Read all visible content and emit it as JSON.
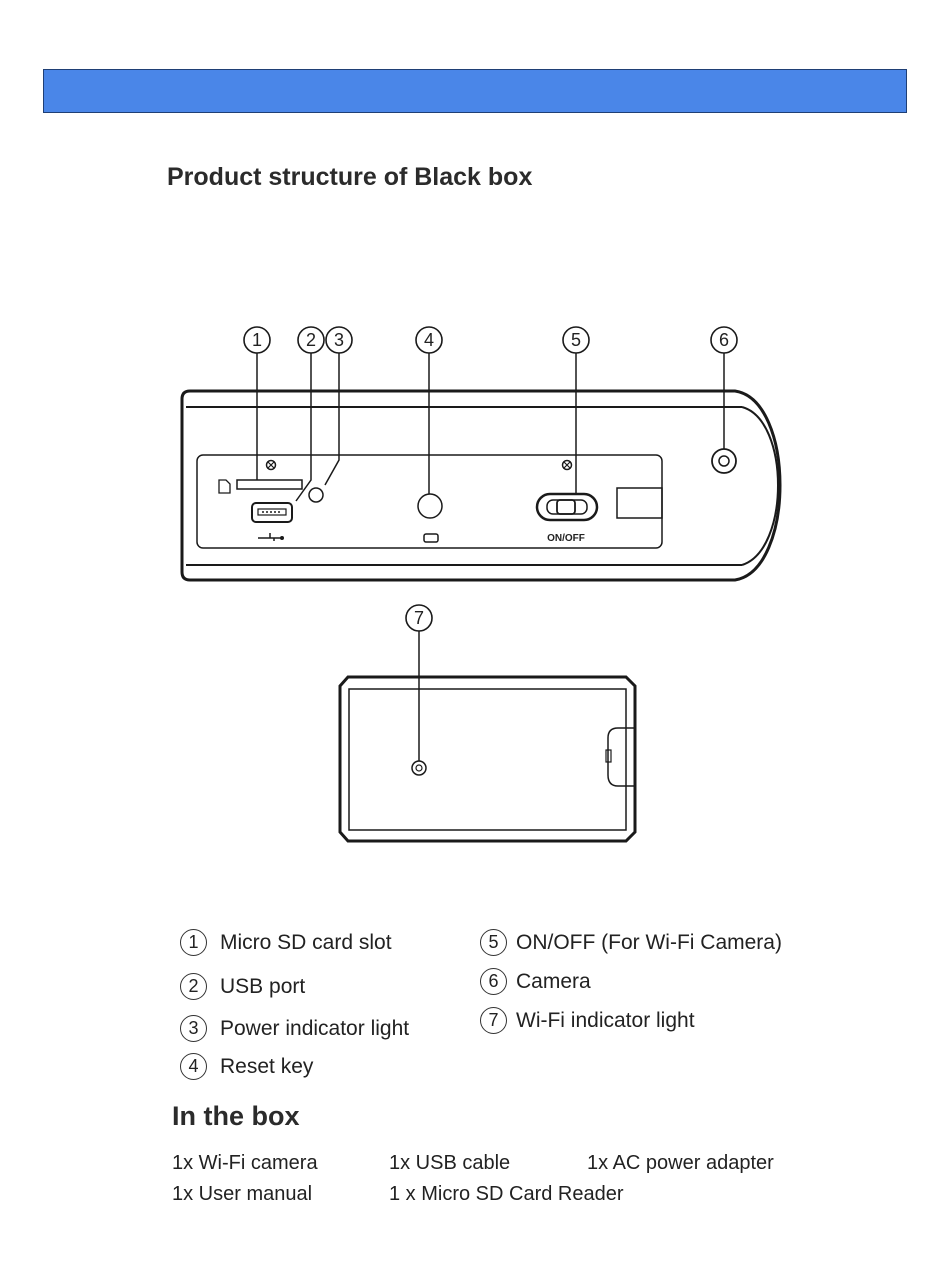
{
  "header": {
    "color": "#4a86e8"
  },
  "structure_title": "Product structure of Black box",
  "diagram": {
    "callouts": [
      "1",
      "2",
      "3",
      "4",
      "5",
      "6",
      "7"
    ],
    "switch_label": "ON/OFF"
  },
  "legend": [
    {
      "num": "1",
      "label": "Micro SD card slot"
    },
    {
      "num": "2",
      "label": "USB port"
    },
    {
      "num": "3",
      "label": "Power indicator light"
    },
    {
      "num": "4",
      "label": "Reset key"
    },
    {
      "num": "5",
      "label": "ON/OFF (For Wi-Fi Camera)"
    },
    {
      "num": "6",
      "label": "Camera"
    },
    {
      "num": "7",
      "label": "Wi-Fi indicator light"
    }
  ],
  "in_the_box": {
    "title": "In the box",
    "items": [
      "1x Wi-Fi camera",
      "1x USB cable",
      "1x AC power adapter",
      "1x User manual",
      "1 x Micro SD Card Reader"
    ]
  }
}
